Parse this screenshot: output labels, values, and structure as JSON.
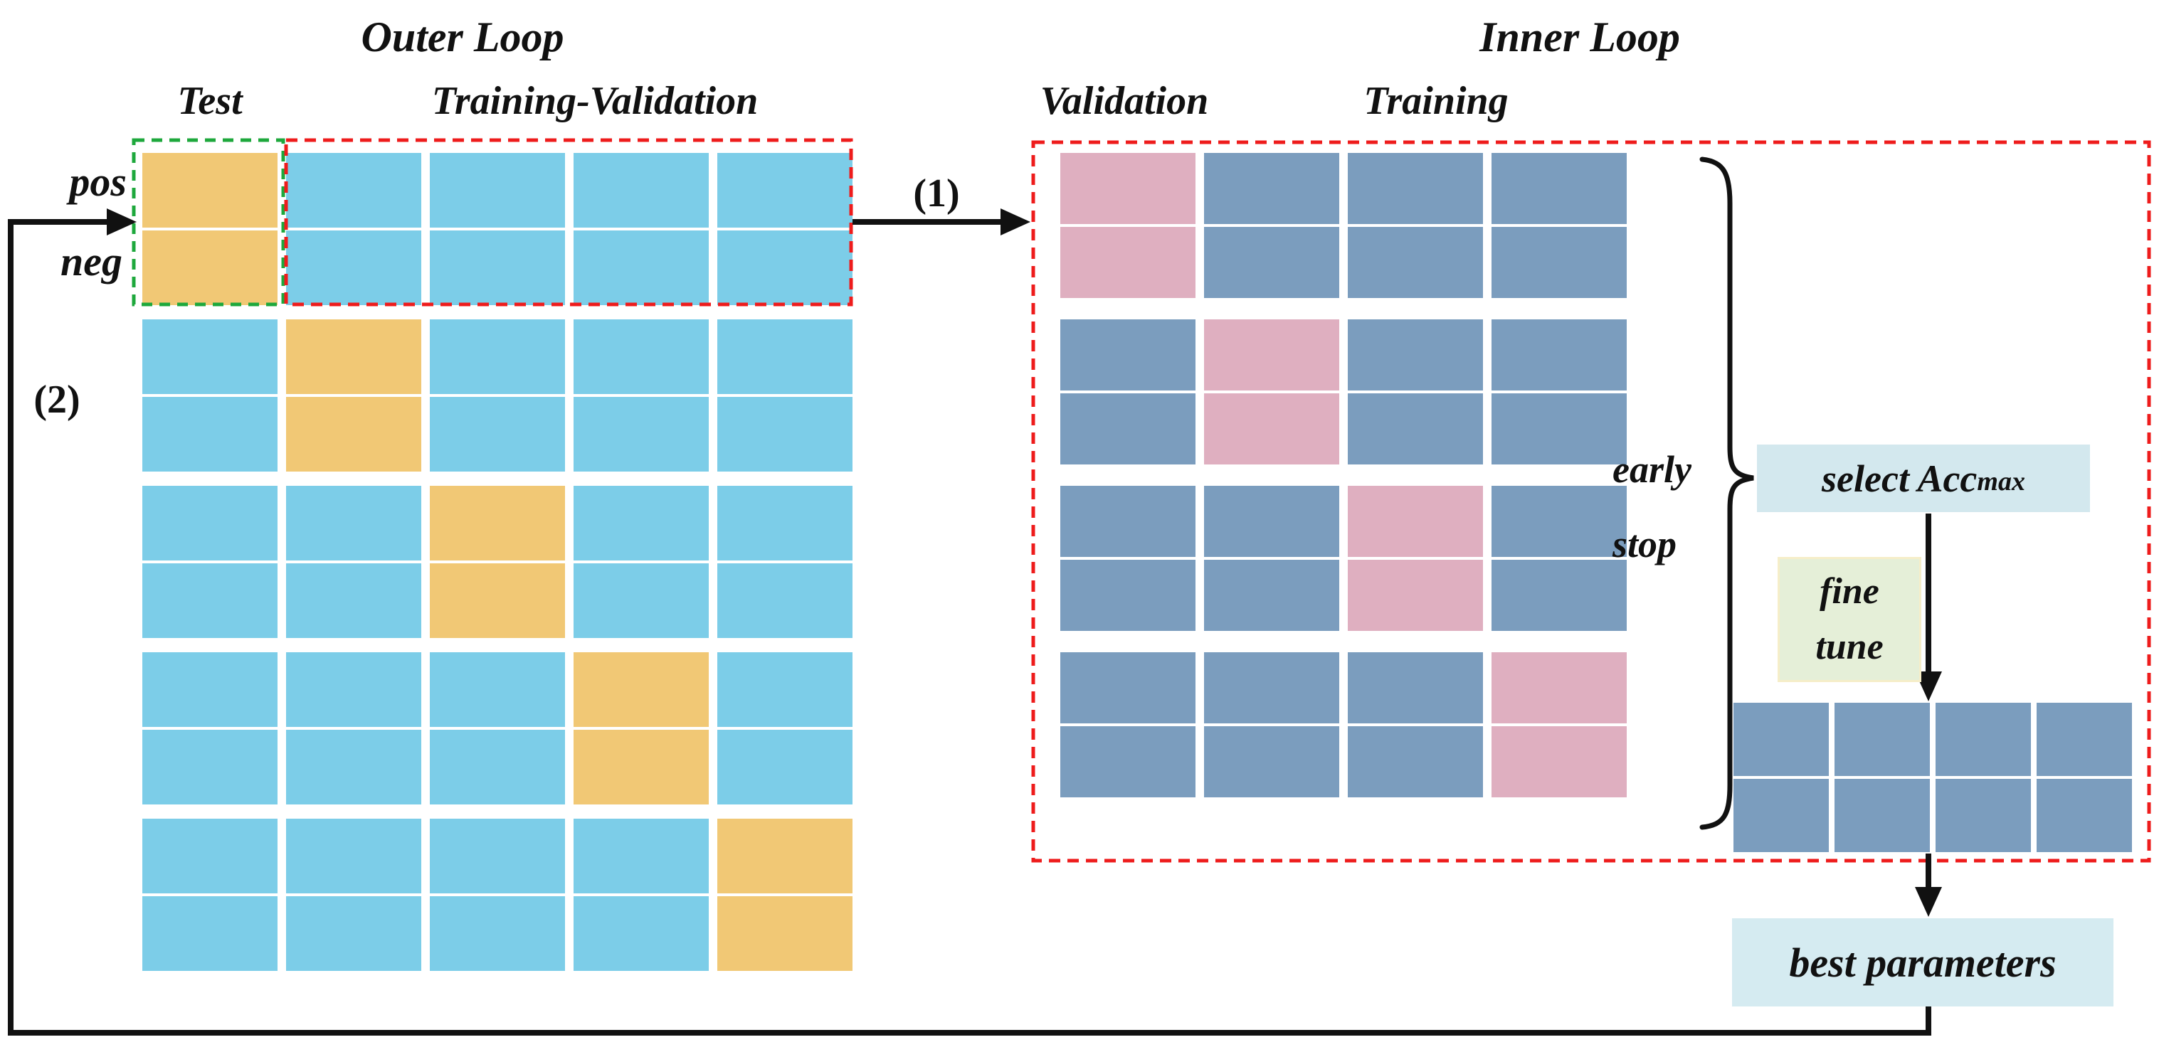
{
  "outer_loop": {
    "title": "Outer Loop",
    "headers": {
      "test": "Test",
      "train_val": "Training-Validation"
    },
    "row_labels": {
      "pos": "pos",
      "neg": "neg"
    },
    "grid": {
      "folds": 5,
      "columns": 5,
      "rows_per_fold": 2,
      "test_column_per_fold": [
        0,
        1,
        2,
        3,
        4
      ]
    },
    "colors": {
      "test_cell": "#f1c875",
      "train_val_cell": "#7ccde8",
      "fold1_test_outline": "#1ea83c",
      "fold1_trainval_outline": "#ee1c1c"
    }
  },
  "inner_loop": {
    "title": "Inner Loop",
    "headers": {
      "validation": "Validation",
      "training": "Training"
    },
    "grid": {
      "folds": 4,
      "columns": 4,
      "rows_per_fold": 2,
      "validation_column_per_fold": [
        0,
        1,
        2,
        3
      ]
    },
    "colors": {
      "validation_cell": "#dfafc0",
      "training_cell": "#7b9dbe",
      "outline": "#ee1c1c"
    }
  },
  "final_grid": {
    "columns": 4,
    "rows": 2,
    "color": "#7b9dbe"
  },
  "annotations": {
    "step1": "(1)",
    "step2": "(2)",
    "early_stop": {
      "line1": "early",
      "line2": "stop"
    },
    "select_acc": {
      "text": "select Acc",
      "subscript": "max",
      "bg": "#d3e8ee"
    },
    "fine_tune": {
      "line1": "fine",
      "line2": "tune",
      "bg": "#e5efd8",
      "border": "#f6eec9"
    },
    "best_parameters": {
      "text": "best parameters",
      "bg": "#d5ebf1"
    }
  }
}
